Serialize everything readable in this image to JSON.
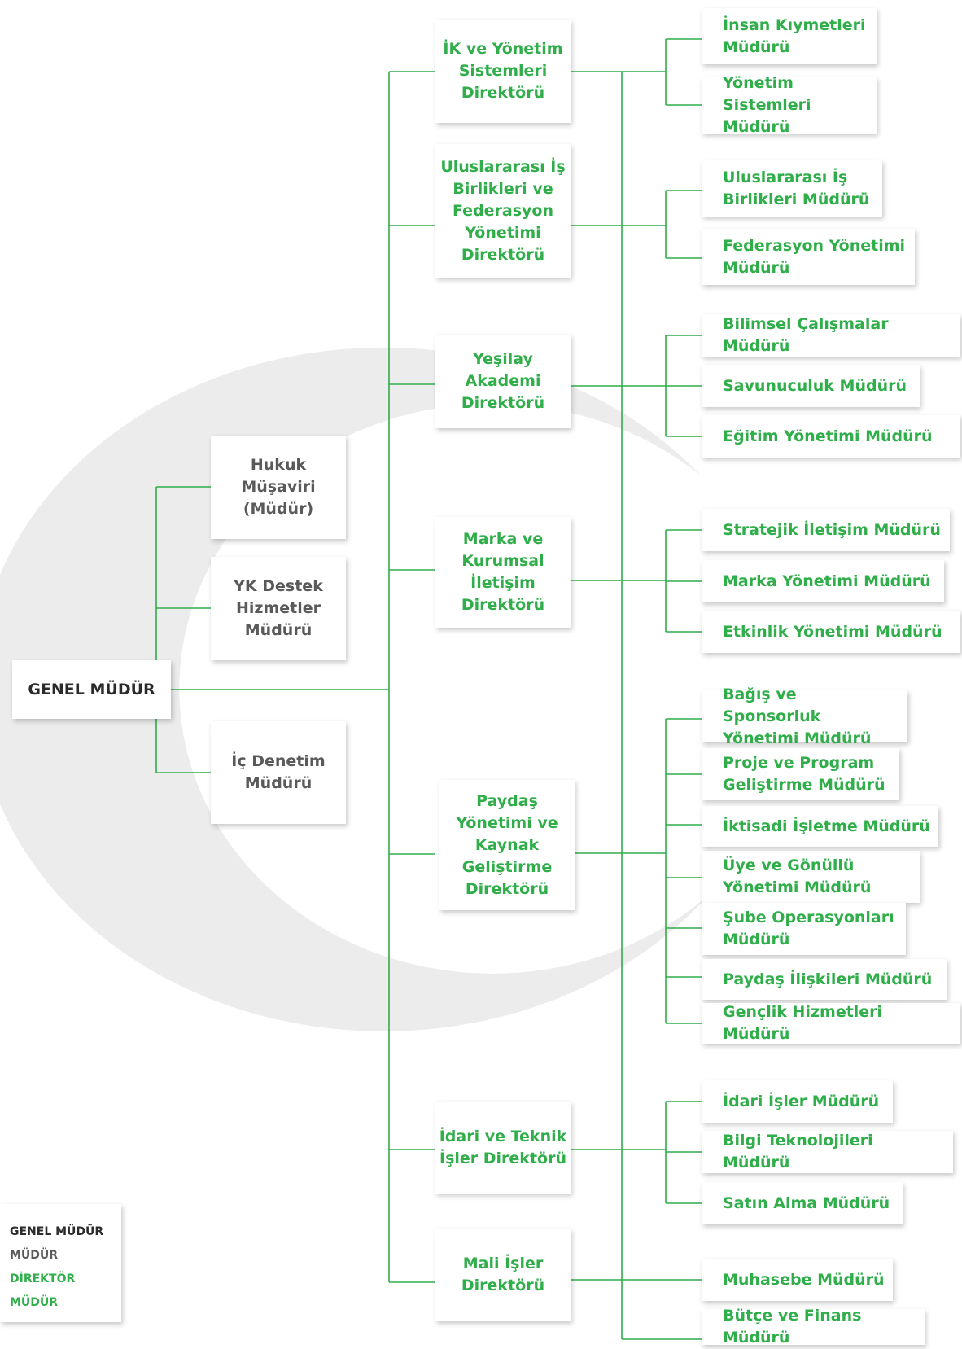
{
  "colors": {
    "green": "#2fae4a",
    "dark": "#2b2b2b",
    "gray": "#5a5a5a",
    "watermark": "#ececec"
  },
  "general_manager": "GENEL MÜDÜR",
  "advisors": [
    "Hukuk Müşaviri (Müdür)",
    "YK Destek Hizmetler Müdürü",
    "İç Denetim Müdürü"
  ],
  "directorates": [
    {
      "label": "İK ve Yönetim Sistemleri Direktörü",
      "managers": [
        "İnsan Kıymetleri Müdürü",
        "Yönetim Sistemleri Müdürü"
      ]
    },
    {
      "label": "Uluslararası İş Birlikleri ve Federasyon Yönetimi Direktörü",
      "managers": [
        "Uluslararası İş Birlikleri Müdürü",
        "Federasyon Yönetimi Müdürü"
      ]
    },
    {
      "label": "Yeşilay Akademi Direktörü",
      "managers": [
        "Bilimsel Çalışmalar Müdürü",
        "Savunuculuk Müdürü",
        "Eğitim Yönetimi Müdürü"
      ]
    },
    {
      "label": "Marka ve Kurumsal İletişim Direktörü",
      "managers": [
        "Stratejik İletişim Müdürü",
        "Marka Yönetimi Müdürü",
        "Etkinlik Yönetimi Müdürü"
      ]
    },
    {
      "label": "Paydaş Yönetimi ve Kaynak Geliştirme Direktörü",
      "managers": [
        "Bağış ve Sponsorluk Yönetimi Müdürü",
        "Proje ve Program Geliştirme Müdürü",
        "İktisadi İşletme Müdürü",
        "Üye ve Gönüllü Yönetimi Müdürü",
        "Şube Operasyonları Müdürü",
        "Paydaş İlişkileri Müdürü",
        "Gençlik Hizmetleri Müdürü"
      ]
    },
    {
      "label": "İdari ve Teknik İşler Direktörü",
      "managers": [
        "İdari İşler Müdürü",
        "Bilgi Teknolojileri Müdürü",
        "Satın Alma Müdürü"
      ]
    },
    {
      "label": "Mali İşler Direktörü",
      "managers": [
        "Muhasebe Müdürü",
        "Bütçe ve Finans Müdürü"
      ]
    }
  ],
  "legend": [
    "GENEL MÜDÜR",
    "MÜDÜR",
    "DİREKTÖR",
    "MÜDÜR"
  ]
}
